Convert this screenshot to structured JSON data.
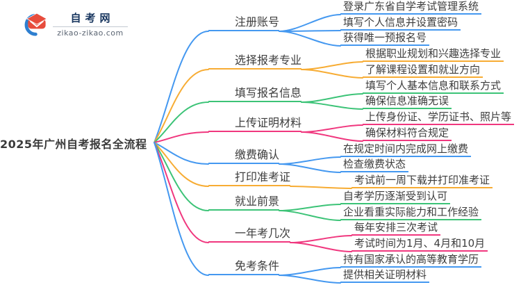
{
  "logo": {
    "title": "自考网",
    "domain": "zikao-zikao.com"
  },
  "root": {
    "label": "2025年广州自考报名全流程"
  },
  "palette": {
    "blue": "#4498F0",
    "orange": "#F7AC33",
    "green": "#3CC377",
    "pink": "#F0377E",
    "text": "#3d3d3d",
    "logo_navy": "#17355e",
    "logo_red": "#E74C3C",
    "logo_blue": "#2E7FD0"
  },
  "branches": [
    {
      "label": "注册账号",
      "color": "blue",
      "children": [
        "登录广东省自学考试管理系统",
        "填写个人信息并设置密码",
        "获得唯一预报名号"
      ]
    },
    {
      "label": "选择报考专业",
      "color": "orange",
      "children": [
        "根据职业规划和兴趣选择专业",
        "了解课程设置和就业方向"
      ]
    },
    {
      "label": "填写报名信息",
      "color": "green",
      "children": [
        "填写个人基本信息和联系方式",
        "确保信息准确无误"
      ]
    },
    {
      "label": "上传证明材料",
      "color": "pink",
      "children": [
        "上传身份证、学历证书、照片等",
        "确保材料符合规定"
      ]
    },
    {
      "label": "缴费确认",
      "color": "blue",
      "children": [
        "在规定时间内完成网上缴费",
        "检查缴费状态"
      ]
    },
    {
      "label": "打印准考证",
      "color": "orange",
      "children": [
        "考试前一周下载并打印准考证"
      ]
    },
    {
      "label": "就业前景",
      "color": "green",
      "children": [
        "自考学历逐渐受到认可",
        "企业看重实际能力和工作经验"
      ]
    },
    {
      "label": "一年考几次",
      "color": "pink",
      "children": [
        "每年安排三次考试",
        "考试时间为1月、4月和10月"
      ]
    },
    {
      "label": "免考条件",
      "color": "blue",
      "children": [
        "持有国家承认的高等教育学历",
        "提供相关证明材料"
      ]
    }
  ]
}
